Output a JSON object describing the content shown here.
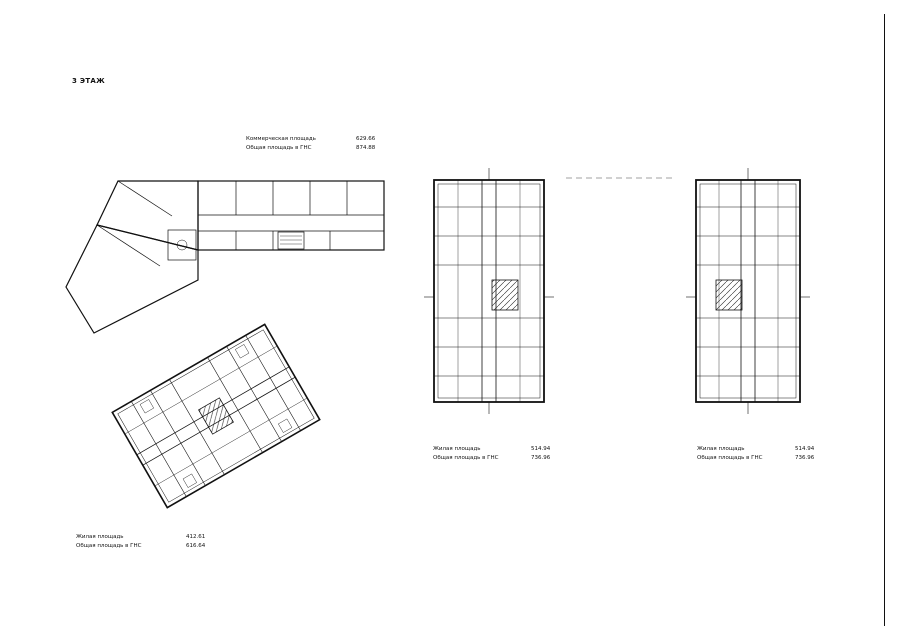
{
  "page": {
    "floor_title": "3 ЭТАЖ"
  },
  "commercial_block": {
    "rows": [
      {
        "label": "Коммерческая площадь",
        "value": "629.66"
      },
      {
        "label": "Общая площадь в ГНС",
        "value": "874.88"
      }
    ]
  },
  "section_left": {
    "rows": [
      {
        "label": "Жилая площадь",
        "value": "412.61"
      },
      {
        "label": "Общая площадь в ГНС",
        "value": "616.64"
      }
    ]
  },
  "section_middle": {
    "rows": [
      {
        "label": "Жилая площадь",
        "value": "514.94"
      },
      {
        "label": "Общая площадь в ГНС",
        "value": "736.96"
      }
    ]
  },
  "section_right": {
    "rows": [
      {
        "label": "Жилая площадь",
        "value": "514.94"
      },
      {
        "label": "Общая площадь в ГНС",
        "value": "736.96"
      }
    ]
  }
}
